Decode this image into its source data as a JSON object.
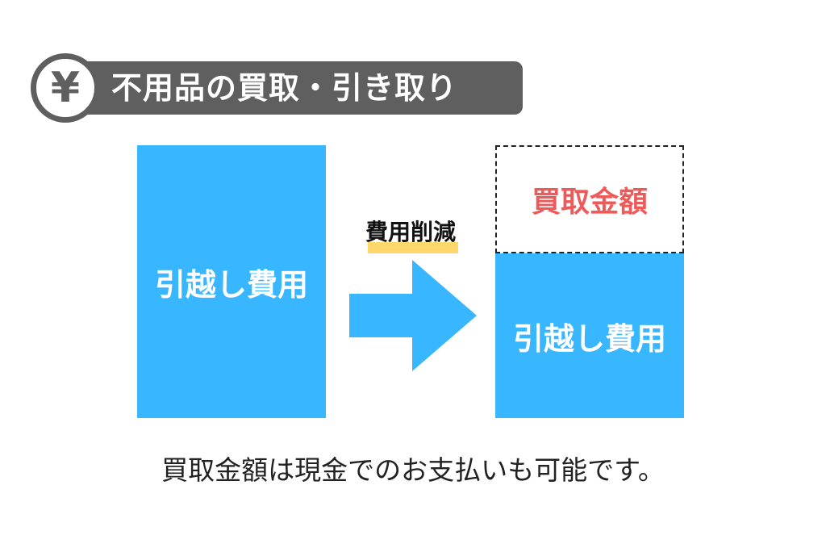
{
  "header": {
    "icon": "yen-icon",
    "icon_glyph": "¥",
    "title": "不用品の買取・引き取り",
    "bar_color": "#5f5f5f"
  },
  "diagram": {
    "before_box_label": "引越し費用",
    "reduction_label": "費用削減",
    "buyback_label": "買取金額",
    "after_box_label": "引越し費用",
    "box_color": "#38b6ff",
    "buyback_text_color": "#ee5a5a",
    "highlight_color": "#ffd86b"
  },
  "caption": "買取金額は現金でのお支払いも可能です。"
}
